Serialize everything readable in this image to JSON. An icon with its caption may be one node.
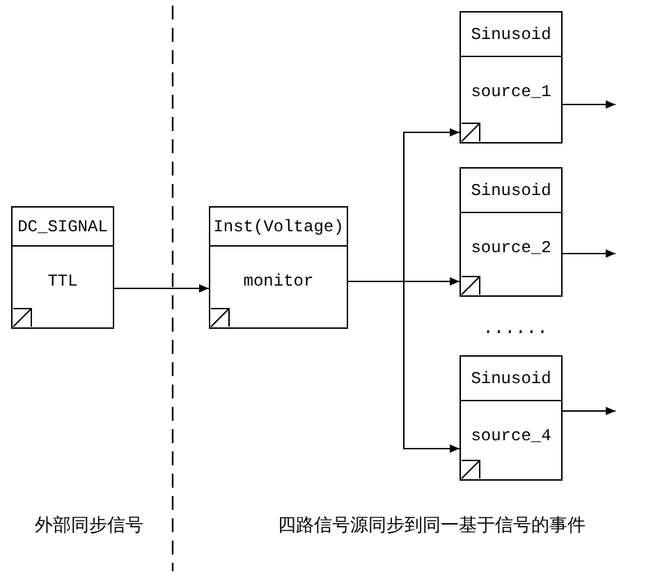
{
  "diagram": {
    "nodes": [
      {
        "text": [
          "DC_SIGNAL",
          "TTL"
        ]
      },
      {
        "text": [
          "Inst(Voltage)",
          "monitor"
        ]
      },
      {
        "text": [
          "Sinusoid",
          "source_1"
        ]
      },
      {
        "text": [
          "Sinusoid",
          "source_2"
        ]
      },
      {
        "text": [
          "Sinusoid",
          "source_4"
        ]
      }
    ],
    "edges": [
      {
        "from": 0,
        "to": 1,
        "arrow": "to"
      },
      {
        "from": 1,
        "to": 2,
        "arrow": "to"
      },
      {
        "from": 1,
        "to": 3,
        "arrow": "to"
      },
      {
        "from": 1,
        "to": 4,
        "arrow": "to"
      },
      {
        "from": 2,
        "to": null,
        "arrow": "to"
      },
      {
        "from": 3,
        "to": null,
        "arrow": "to"
      },
      {
        "from": 4,
        "to": null,
        "arrow": "to"
      }
    ],
    "labels": [
      "......",
      "外部同步信号",
      "四路信号源同步到同一基于信号的事件"
    ]
  }
}
